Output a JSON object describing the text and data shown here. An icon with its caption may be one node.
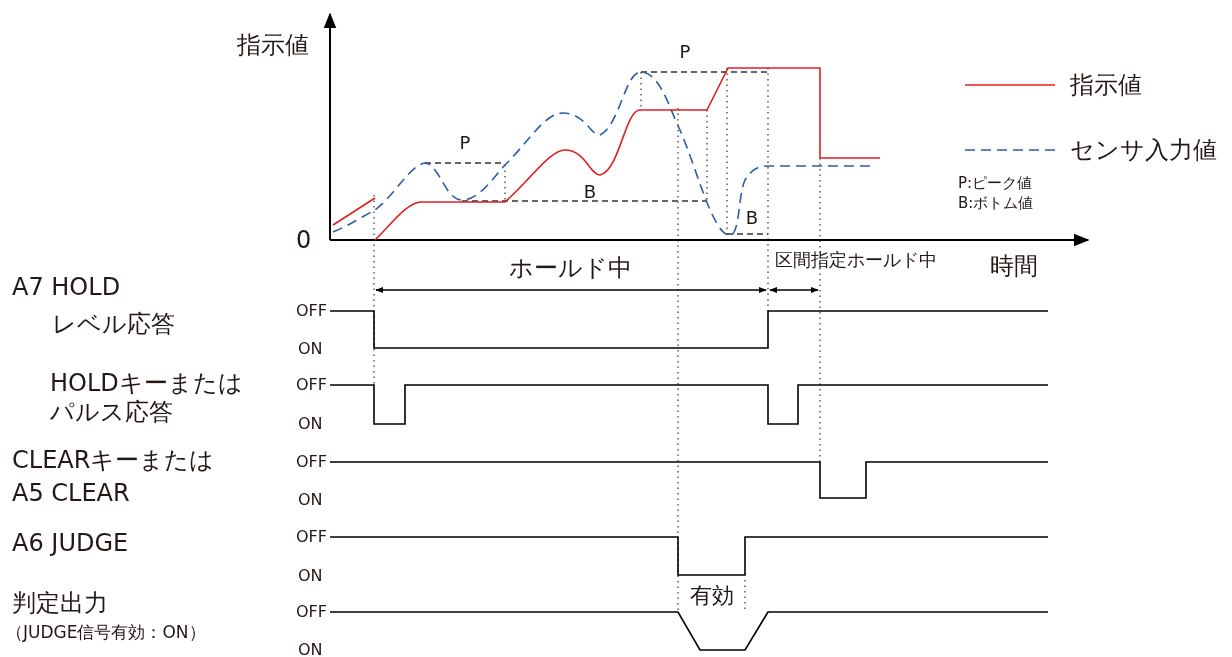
{
  "diagram": {
    "labels": [
      "指示値",
      "P",
      "P",
      "B",
      "B",
      "P:ピーク値",
      "B:ボトム値",
      "0",
      "ホールド中",
      "区間指定ホールド中",
      "時間",
      "A7 HOLD",
      "OFF",
      "レベル応答",
      "ON",
      "HOLDキーまたは",
      "OFF",
      "パルス応答",
      "ON",
      "CLEARキーまたは",
      "OFF",
      "A5 CLEAR",
      "ON",
      "A6 JUDGE",
      "OFF",
      "ON",
      "有効",
      "判定出力",
      "OFF",
      "（JUDGE信号有効：ON）",
      "ON"
    ],
    "legend": [
      {
        "text": "指示値"
      },
      {
        "text": "センサ入力値"
      }
    ]
  }
}
